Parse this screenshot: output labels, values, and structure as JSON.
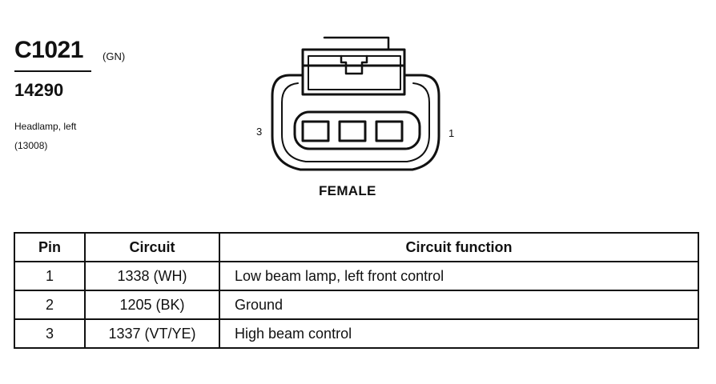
{
  "connector": {
    "id": "C1021",
    "color": "(GN)",
    "part_number": "14290",
    "description": "Headlamp, left",
    "reference": "(13008)"
  },
  "diagram": {
    "pin_left_label": "3",
    "pin_right_label": "1",
    "gender": "FEMALE"
  },
  "table": {
    "headers": [
      "Pin",
      "Circuit",
      "Circuit function"
    ],
    "rows": [
      {
        "pin": "1",
        "circuit": "1338 (WH)",
        "function": "Low beam lamp, left front control"
      },
      {
        "pin": "2",
        "circuit": "1205 (BK)",
        "function": "Ground"
      },
      {
        "pin": "3",
        "circuit": "1337 (VT/YE)",
        "function": "High beam control"
      }
    ]
  }
}
